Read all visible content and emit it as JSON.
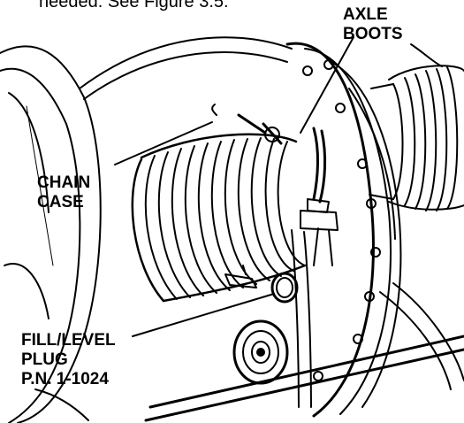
{
  "caption_fragment": "needed.  See Figure 3.5.",
  "labels": {
    "axle_boots": [
      "AXLE",
      "BOOTS"
    ],
    "chain_case": [
      "CHAIN",
      "CASE"
    ],
    "fill_level_plug": [
      "FILL/LEVEL",
      "PLUG",
      "P.N. 1-1024"
    ]
  },
  "colors": {
    "ink": "#000000",
    "paper": "#ffffff"
  }
}
